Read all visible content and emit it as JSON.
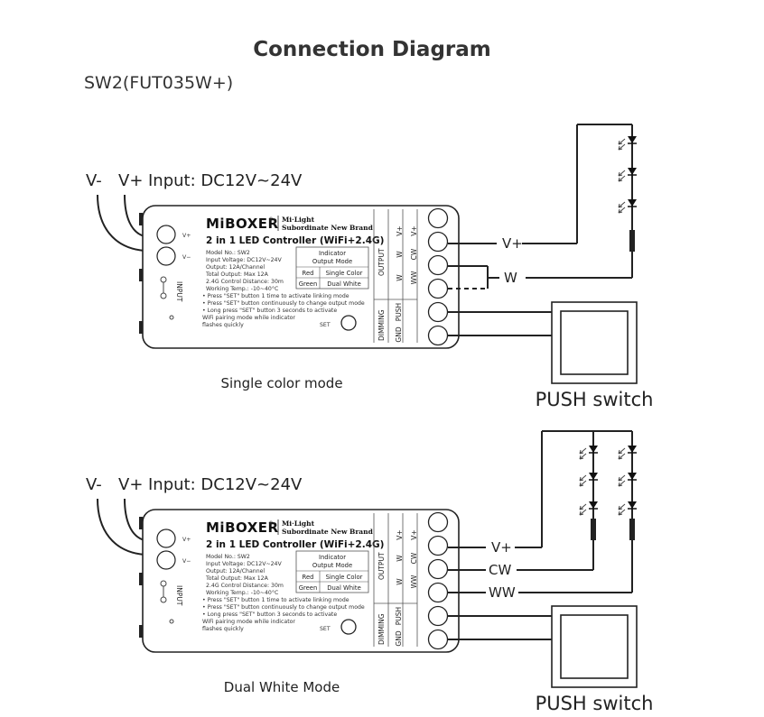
{
  "title": "Connection Diagram",
  "model": "SW2(FUT035W+)",
  "sections": [
    {
      "mode_label": "Single color mode",
      "input": {
        "vminus": "V-",
        "vplus": "V+",
        "label": "Input: DC12V~24V"
      },
      "wires": [
        "V+",
        "W"
      ],
      "push_label": "PUSH switch",
      "led_strings": 1
    },
    {
      "mode_label": "Dual White Mode",
      "input": {
        "vminus": "V-",
        "vplus": "V+",
        "label": "Input: DC12V~24V"
      },
      "wires": [
        "V+",
        "CW",
        "WW"
      ],
      "push_label": "PUSH switch",
      "led_strings": 2
    }
  ],
  "controller": {
    "brand": "MiBOXER",
    "brand_reg": "®",
    "sub_brand_1": "Mi·Light",
    "sub_brand_2": "Subordinate New Brand",
    "product": "2 in 1 LED Controller (WiFi+2.4G)",
    "specs": [
      "Model No.: SW2",
      "Input Voltage: DC12V~24V",
      "Output: 12A/Channel",
      "Total Output: Max 12A",
      "2.4G Control Distance: 30m",
      "Working Temp.: -10~40°C"
    ],
    "notes": [
      "Press \"SET\" button 1 time to activate linking mode",
      "Press \"SET\" button continuously to change output mode",
      "Long press \"SET\" button 3 seconds to activate",
      "WiFi pairing mode while indicator",
      "flashes quickly"
    ],
    "indicator_header_1": "Indicator",
    "indicator_header_2": "Output Mode",
    "indicator_rows": [
      [
        "Red",
        "Single Color"
      ],
      [
        "Green",
        "Dual White"
      ]
    ],
    "input_label": "INPUT",
    "vplus": "V+",
    "vminus": "V−",
    "set_label": "SET",
    "output_label": "OUTPUT",
    "dimming_label": "DIMMING",
    "out_col1": [
      "V+",
      "W",
      "W"
    ],
    "out_col2": [
      "V+",
      "CW",
      "WW"
    ],
    "dim_col": [
      "PUSH",
      "GND"
    ]
  }
}
